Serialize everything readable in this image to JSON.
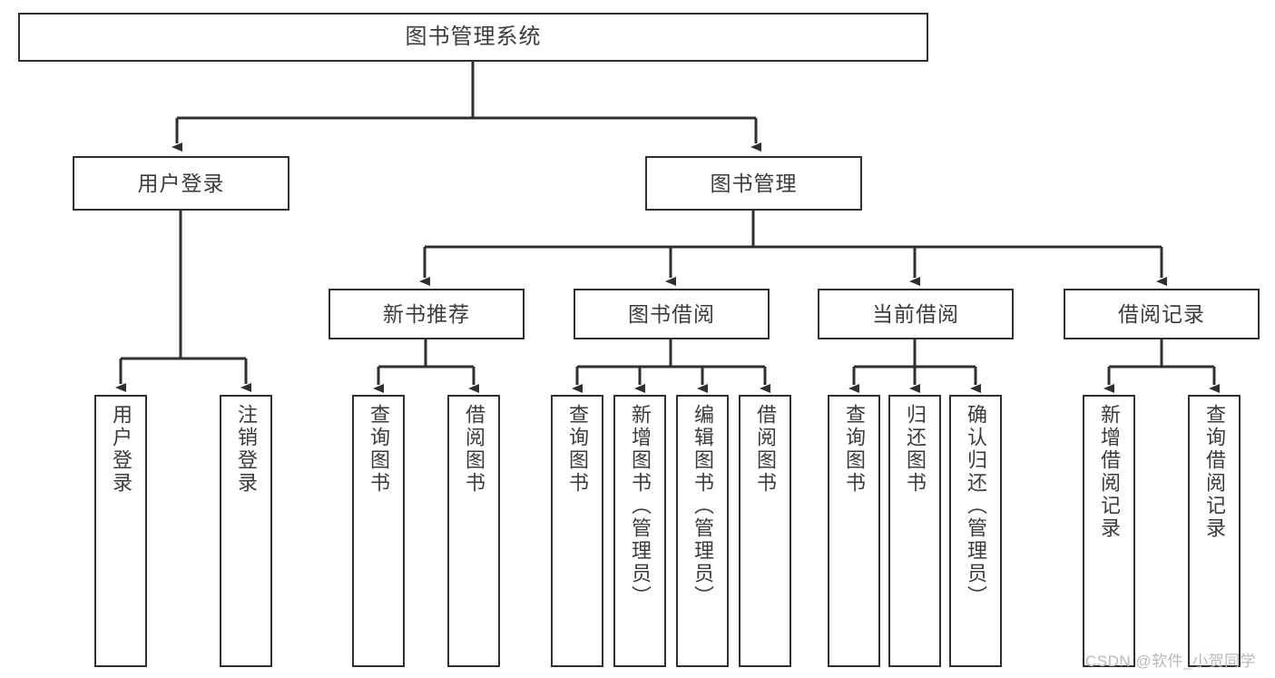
{
  "diagram": {
    "title": "图书管理系统",
    "type": "tree-hierarchy-diagram",
    "style": {
      "box_border_color": "#2f2f2f",
      "box_fill_color": "#ffffff",
      "connector_color": "#2f2f2f",
      "text_color": "#3b3b3b",
      "background_color": "#ffffff",
      "watermark_color": "#b9b9b9"
    },
    "nodes": {
      "root": {
        "label": "图书管理系统"
      },
      "level2": [
        {
          "label": "用户登录"
        },
        {
          "label": "图书管理"
        }
      ],
      "level3": [
        {
          "label": "新书推荐"
        },
        {
          "label": "图书借阅"
        },
        {
          "label": "当前借阅"
        },
        {
          "label": "借阅记录"
        }
      ],
      "leaves": {
        "user_login": [
          {
            "label": "用户登录"
          },
          {
            "label": "注销登录"
          }
        ],
        "new_book_recommend": [
          {
            "label": "查询图书"
          },
          {
            "label": "借阅图书"
          }
        ],
        "book_borrow": [
          {
            "label": "查询图书"
          },
          {
            "label": "新增图书（管理员）"
          },
          {
            "label": "编辑图书（管理员）"
          },
          {
            "label": "借阅图书"
          }
        ],
        "current_borrow": [
          {
            "label": "查询图书"
          },
          {
            "label": "归还图书"
          },
          {
            "label": "确认归还（管理员）"
          }
        ],
        "borrow_record": [
          {
            "label": "新增借阅记录"
          },
          {
            "label": "查询借阅记录"
          }
        ]
      }
    },
    "watermark": "CSDN @软件_小贺同学"
  }
}
